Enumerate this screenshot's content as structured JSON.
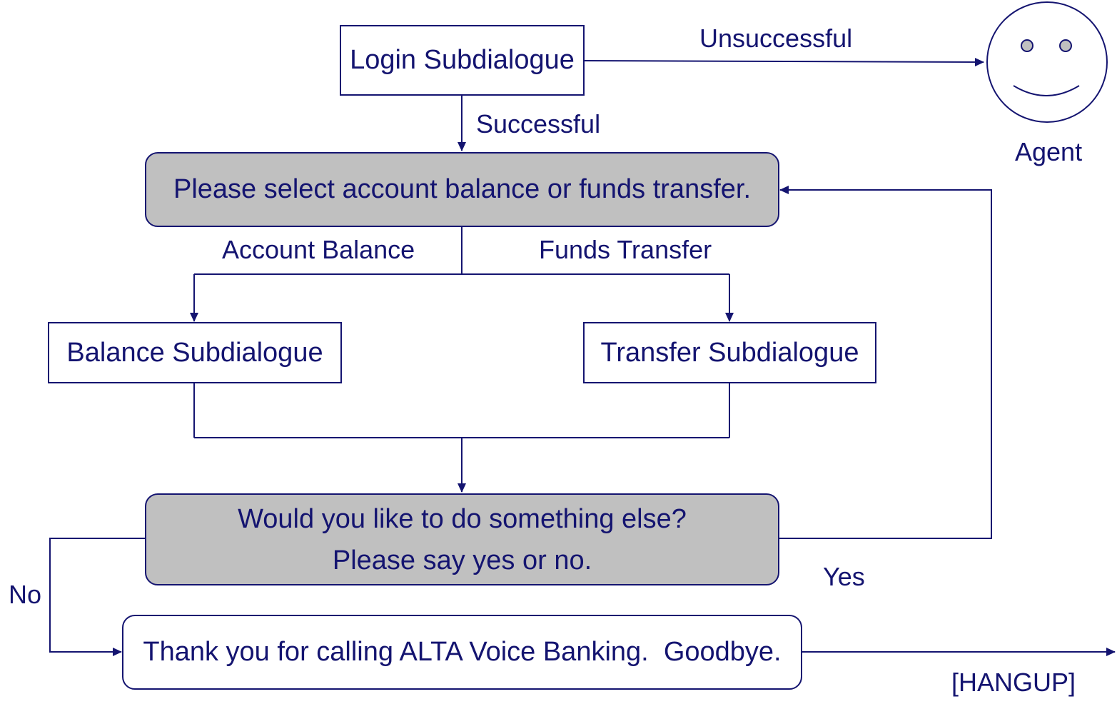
{
  "nodes": {
    "login": "Login Subdialogue",
    "select_prompt": "Please select account balance or funds transfer.",
    "balance": "Balance Subdialogue",
    "transfer": "Transfer Subdialogue",
    "else_prompt_line1": "Would you like to do something else?",
    "else_prompt_line2": "Please say yes or no.",
    "goodbye": "Thank you for calling ALTA Voice Banking.  Goodbye."
  },
  "edge_labels": {
    "unsuccessful": "Unsuccessful",
    "successful": "Successful",
    "account_balance": "Account Balance",
    "funds_transfer": "Funds Transfer",
    "yes": "Yes",
    "no": "No",
    "hangup": "[HANGUP]"
  },
  "agent": {
    "label": "Agent",
    "icon": "smiley-face-icon"
  },
  "colors": {
    "ink": "#141470",
    "prompt_fill": "#c0c0c0"
  }
}
